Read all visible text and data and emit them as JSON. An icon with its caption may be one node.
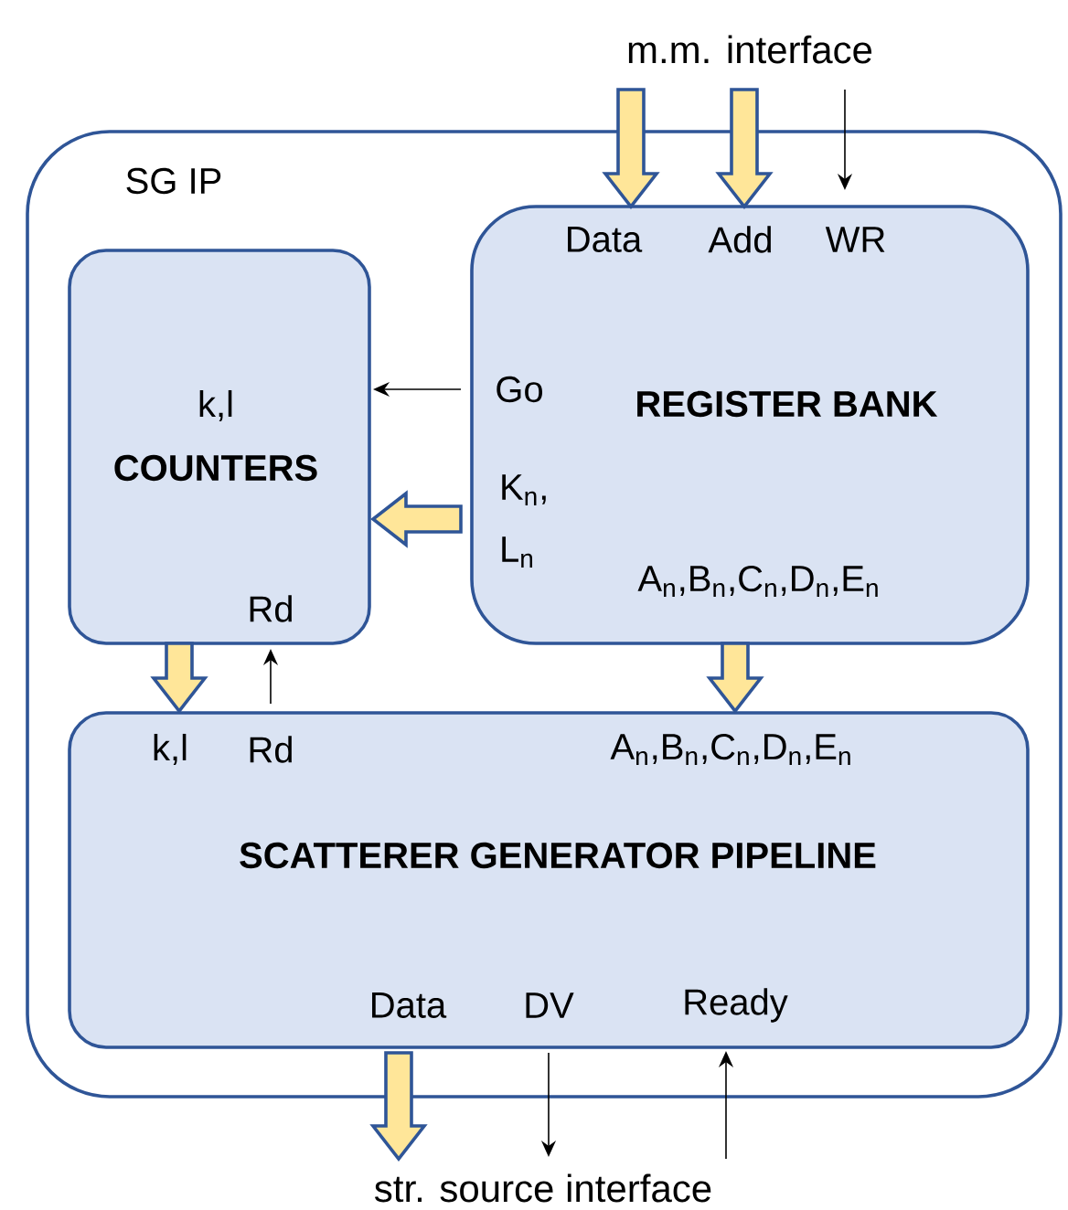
{
  "diagram": {
    "nodes": [
      {
        "text": [
          "SG IP"
        ]
      },
      {
        "text": [
          "k,l",
          "COUNTERS",
          "Rd"
        ],
        "in": 0
      },
      {
        "text": [
          "Data",
          "Add",
          "WR",
          "Go",
          "REGISTER BANK",
          "K$_{n}$, L$_{n}$",
          "A$_{n}$,B$_{n}$,C$_{n}$,D$_{n}$,E$_{n}$"
        ],
        "in": 0
      },
      {
        "text": [
          "k,l",
          "Rd",
          "A$_{n}$,B$_{n}$,C$_{n}$,D$_{n}$,E$_{n}$",
          "SCATTERER GENERATOR PIPELINE",
          "Data",
          "DV",
          "Ready"
        ],
        "in": 0
      },
      {
        "text": [
          "m.m. interface"
        ]
      },
      {
        "text": [
          "str. source interface"
        ]
      }
    ],
    "edges": [
      {
        "from": 4,
        "to": 2,
        "arrow": "to",
        "style": "thick",
        "color": "#ffe699"
      },
      {
        "from": 4,
        "to": 2,
        "arrow": "to",
        "style": "thick",
        "color": "#ffe699"
      },
      {
        "from": 4,
        "to": 2,
        "arrow": "to"
      },
      {
        "from": 2,
        "to": 1,
        "arrow": "to"
      },
      {
        "from": 2,
        "to": 1,
        "arrow": "to",
        "style": "thick",
        "color": "#ffe699"
      },
      {
        "from": 1,
        "to": 3,
        "arrow": "to",
        "style": "thick",
        "color": "#ffe699"
      },
      {
        "from": 3,
        "to": 1,
        "arrow": "to"
      },
      {
        "from": 2,
        "to": 3,
        "arrow": "to",
        "style": "thick",
        "color": "#ffe699"
      },
      {
        "from": 3,
        "to": 5,
        "arrow": "to",
        "style": "thick",
        "color": "#ffe699"
      },
      {
        "from": 3,
        "to": 5,
        "arrow": "to"
      },
      {
        "from": 5,
        "to": 3,
        "arrow": "to"
      }
    ]
  }
}
